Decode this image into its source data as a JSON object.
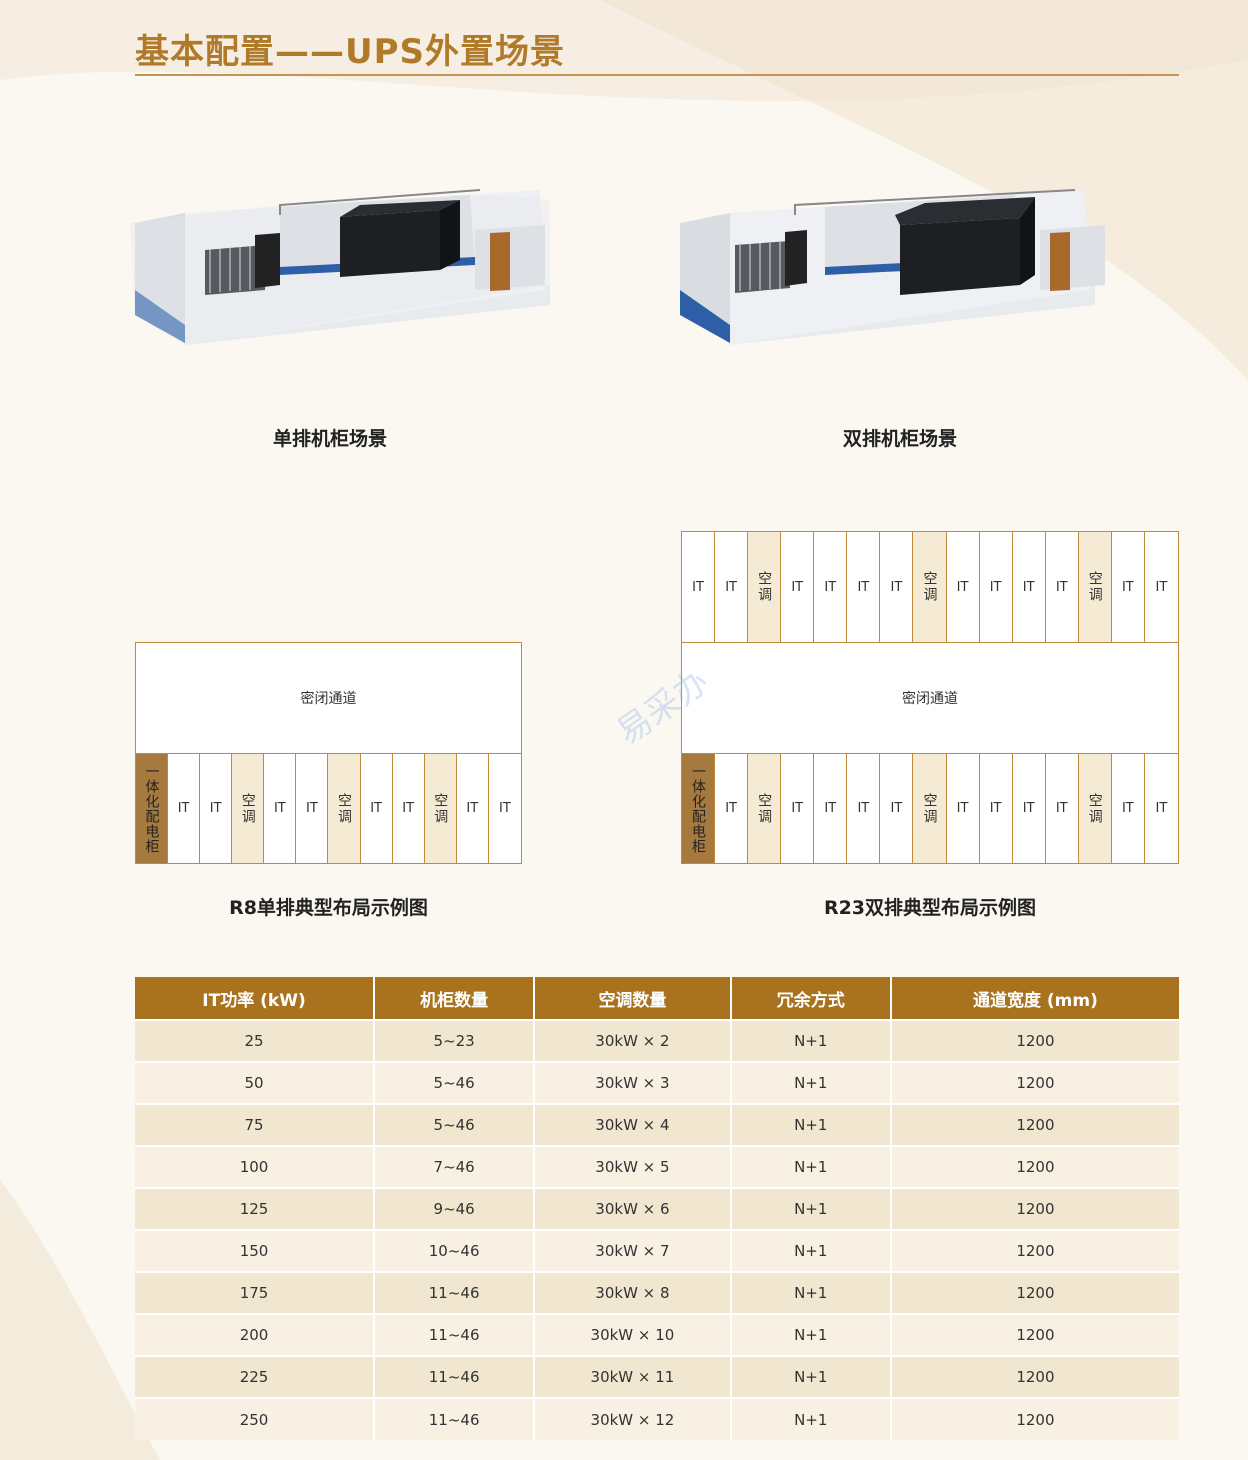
{
  "header": {
    "title": "基本配置——UPS外置场景"
  },
  "scenes": [
    {
      "caption": "单排机柜场景"
    },
    {
      "caption": "双排机柜场景"
    }
  ],
  "layout_single": {
    "aisle": "密闭通道",
    "cells": [
      "一体化配电柜",
      "IT",
      "IT",
      "空调",
      "IT",
      "IT",
      "空调",
      "IT",
      "IT",
      "空调",
      "IT",
      "IT"
    ],
    "caption": "R8单排典型布局示例图"
  },
  "layout_double": {
    "aisle": "密闭通道",
    "top_cells": [
      "IT",
      "IT",
      "空调",
      "IT",
      "IT",
      "IT",
      "IT",
      "空调",
      "IT",
      "IT",
      "IT",
      "IT",
      "空调",
      "IT",
      "IT"
    ],
    "bottom_cells": [
      "一体化配电柜",
      "IT",
      "空调",
      "IT",
      "IT",
      "IT",
      "IT",
      "空调",
      "IT",
      "IT",
      "IT",
      "IT",
      "空调",
      "IT",
      "IT"
    ],
    "caption": "R23双排典型布局示例图"
  },
  "watermark": "易采办",
  "table": {
    "headers": [
      "IT功率 (kW)",
      "机柜数量",
      "空调数量",
      "冗余方式",
      "通道宽度 (mm)"
    ],
    "rows": [
      [
        "25",
        "5~23",
        "30kW × 2",
        "N+1",
        "1200"
      ],
      [
        "50",
        "5~46",
        "30kW × 3",
        "N+1",
        "1200"
      ],
      [
        "75",
        "5~46",
        "30kW × 4",
        "N+1",
        "1200"
      ],
      [
        "100",
        "7~46",
        "30kW × 5",
        "N+1",
        "1200"
      ],
      [
        "125",
        "9~46",
        "30kW × 6",
        "N+1",
        "1200"
      ],
      [
        "150",
        "10~46",
        "30kW × 7",
        "N+1",
        "1200"
      ],
      [
        "175",
        "11~46",
        "30kW × 8",
        "N+1",
        "1200"
      ],
      [
        "200",
        "11~46",
        "30kW × 10",
        "N+1",
        "1200"
      ],
      [
        "225",
        "11~46",
        "30kW × 11",
        "N+1",
        "1200"
      ],
      [
        "250",
        "11~46",
        "30kW × 12",
        "N+1",
        "1200"
      ]
    ]
  },
  "colors": {
    "gold": "#a8721f",
    "title": "#b07a2a",
    "ac_fill": "#f5ead3",
    "pdu_fill": "#a67a3e"
  }
}
